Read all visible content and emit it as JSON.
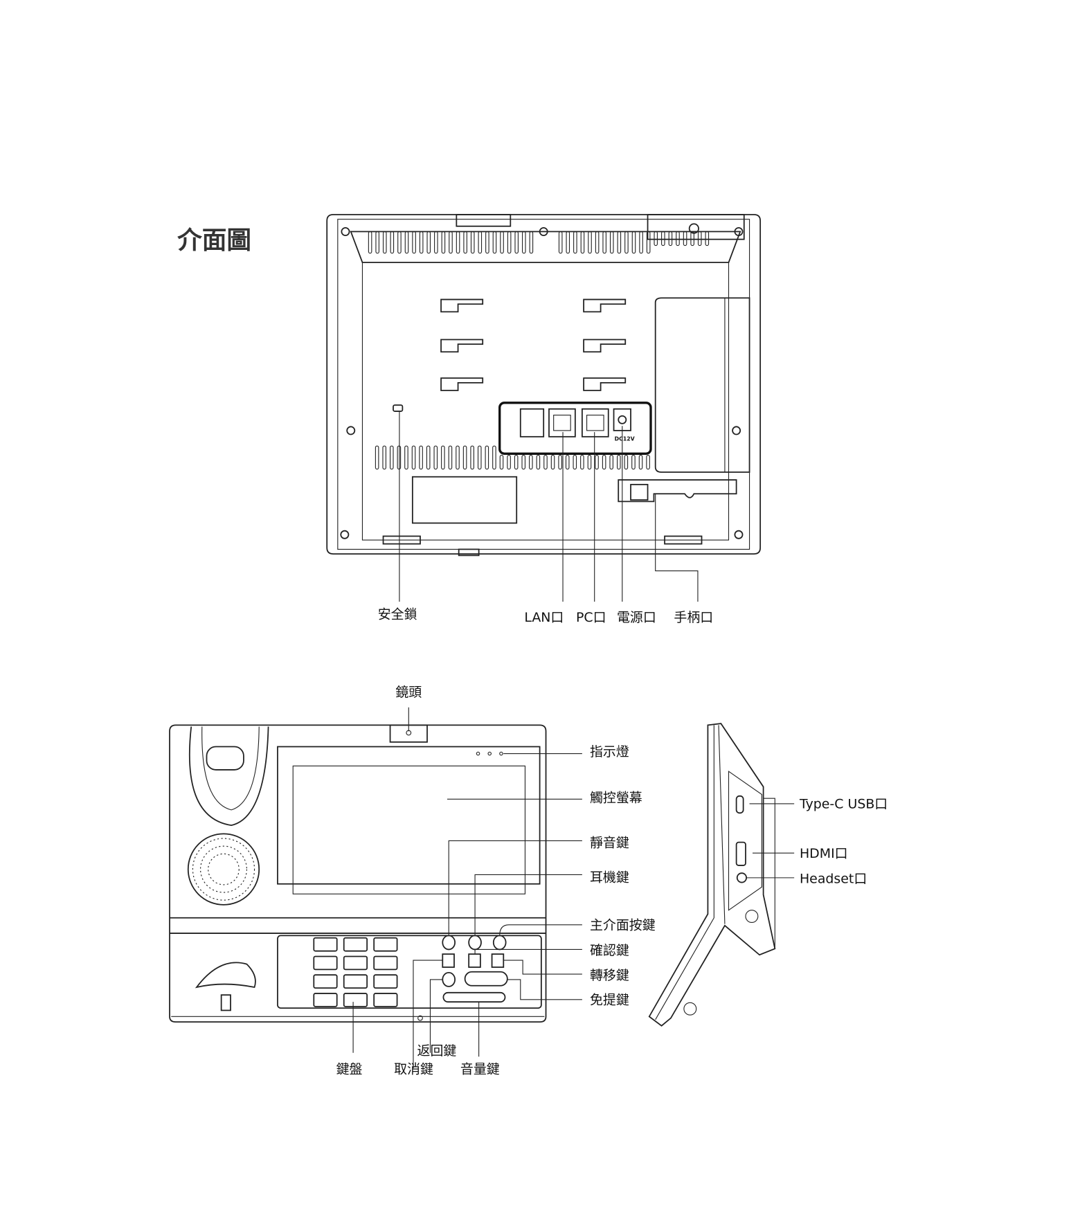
{
  "title": "介面圖",
  "back_view": {
    "labels": {
      "security_lock": "安全鎖",
      "lan_port": "LAN口",
      "pc_port": "PC口",
      "power_port": "電源口",
      "handset_port": "手柄口"
    },
    "power_marking": "DC12V"
  },
  "front_view": {
    "labels": {
      "camera": "鏡頭",
      "indicator": "指示燈",
      "touchscreen": "觸控螢幕",
      "mute_key": "靜音鍵",
      "headset_key": "耳機鍵",
      "home_key": "主介面按鍵",
      "confirm_key": "確認鍵",
      "transfer_key": "轉移鍵",
      "handsfree_key": "免提鍵",
      "back_key": "返回鍵",
      "keypad": "鍵盤",
      "cancel_key": "取消鍵",
      "volume_key": "音量鍵"
    }
  },
  "side_view": {
    "labels": {
      "typec": "Type-C USB口",
      "hdmi": "HDMI口",
      "headset": "Headset口"
    }
  }
}
